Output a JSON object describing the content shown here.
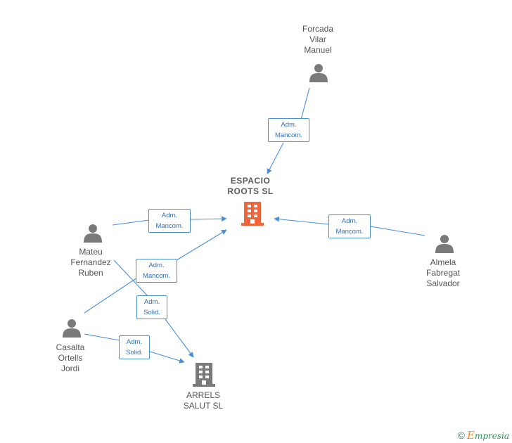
{
  "nodes": {
    "forcada": {
      "lines": [
        "Forcada",
        "Vilar",
        "Manuel"
      ],
      "type": "person"
    },
    "mateu": {
      "lines": [
        "Mateu",
        "Fernandez",
        "Ruben"
      ],
      "type": "person"
    },
    "casalta": {
      "lines": [
        "Casalta",
        "Ortells",
        "Jordi"
      ],
      "type": "person"
    },
    "almela": {
      "lines": [
        "Almela",
        "Fabregat",
        "Salvador"
      ],
      "type": "person"
    },
    "espacio": {
      "lines": [
        "ESPACIO",
        "ROOTS SL"
      ],
      "type": "company-main"
    },
    "arrels": {
      "lines": [
        "ARRELS",
        "SALUT SL"
      ],
      "type": "company"
    }
  },
  "edges": [
    {
      "from": "forcada",
      "to": "espacio",
      "lines": [
        "Adm.",
        "Mancom."
      ]
    },
    {
      "from": "mateu",
      "to": "espacio",
      "lines": [
        "Adm.",
        "Mancom."
      ]
    },
    {
      "from": "casalta",
      "to": "espacio",
      "lines": [
        "Adm.",
        "Mancom."
      ]
    },
    {
      "from": "almela",
      "to": "espacio",
      "lines": [
        "Adm.",
        "Mancom."
      ]
    },
    {
      "from": "mateu",
      "to": "arrels",
      "lines": [
        "Adm.",
        "Solid."
      ]
    },
    {
      "from": "casalta",
      "to": "arrels",
      "lines": [
        "Adm.",
        "Solid."
      ]
    }
  ],
  "colors": {
    "edge": "#4a90d9",
    "person_icon": "#7a7a7a",
    "company_main_icon": "#f0643c",
    "company_icon": "#7a7a7a"
  },
  "footer": {
    "copyright_symbol": "©",
    "brand_initial": "E",
    "brand_rest": "mpresia"
  }
}
